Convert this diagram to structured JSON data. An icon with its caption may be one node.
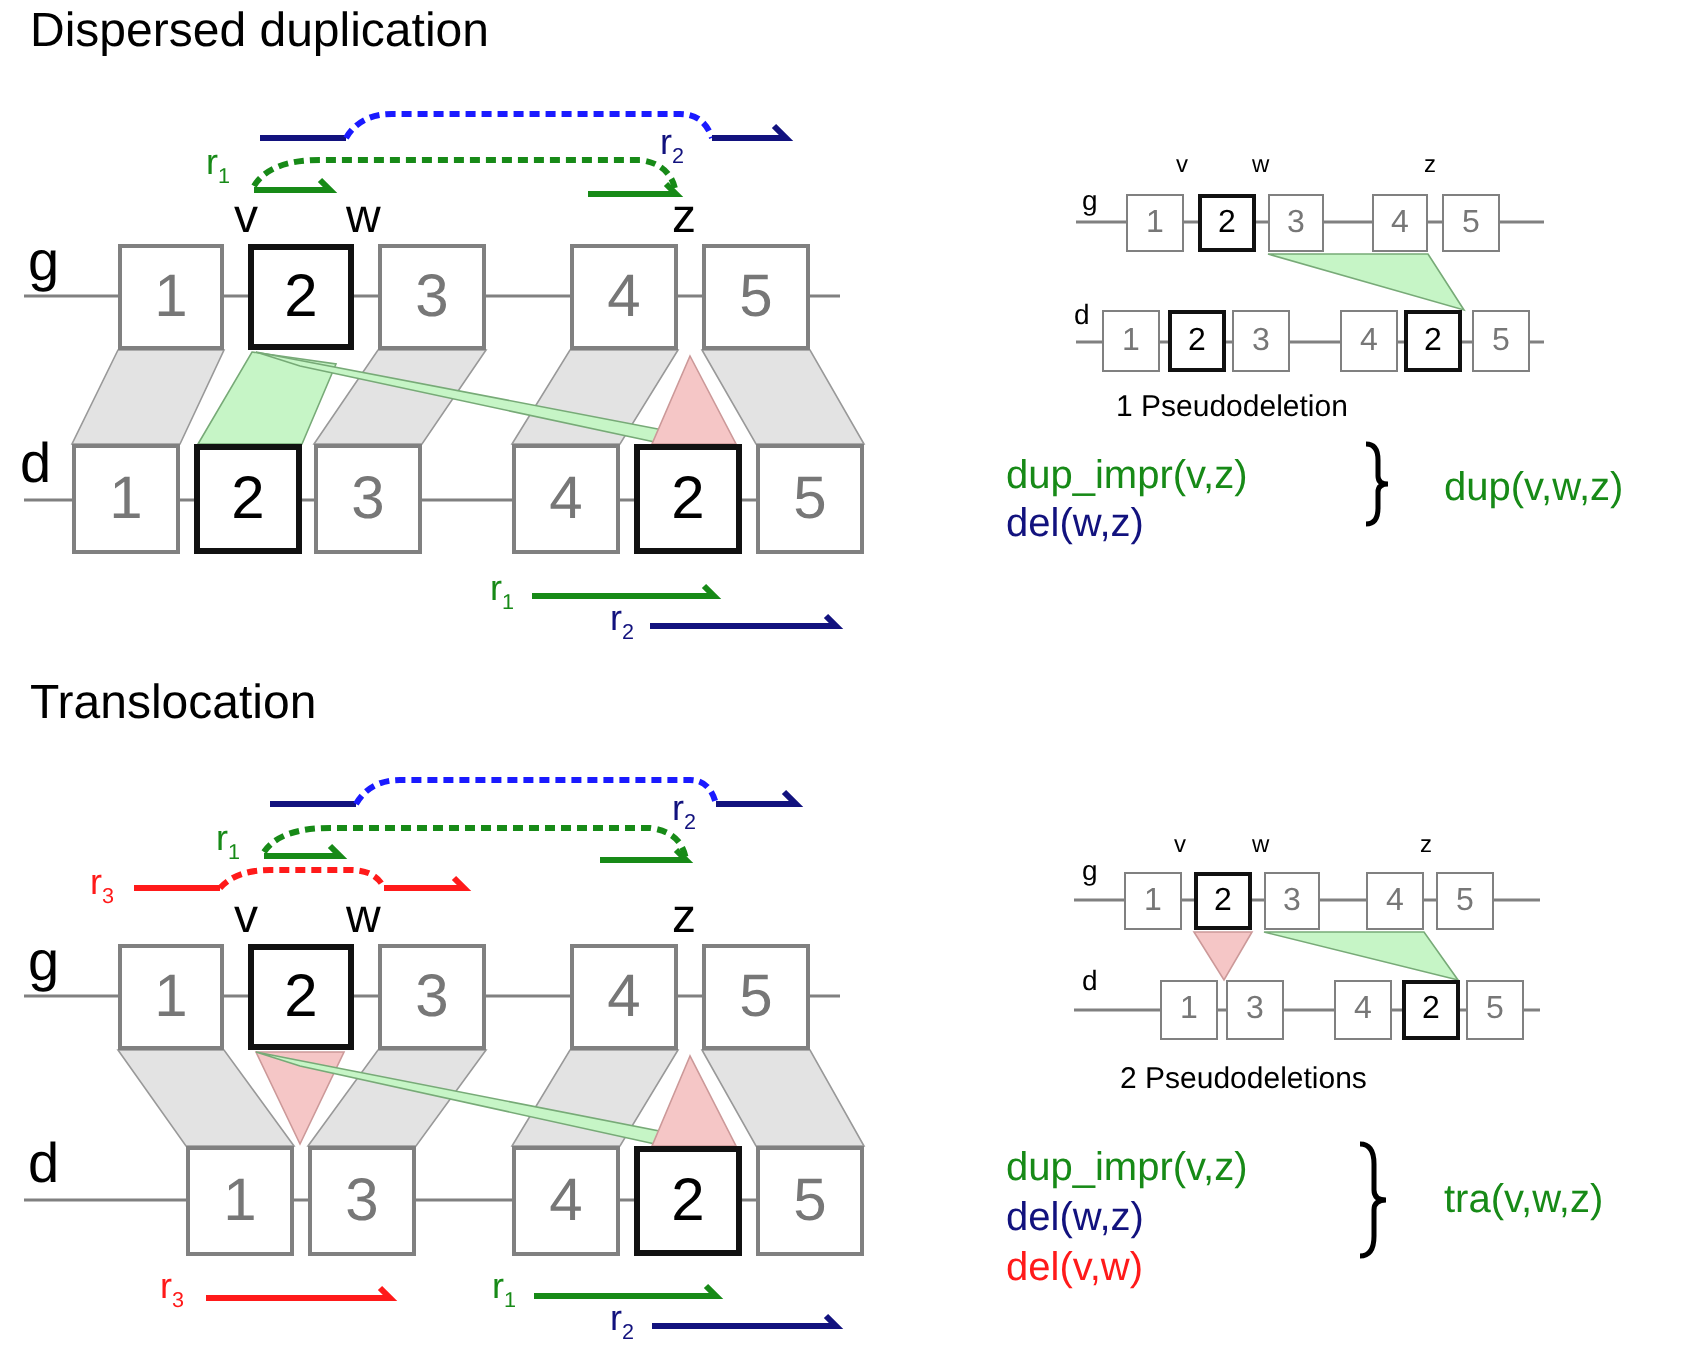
{
  "diagram": {
    "nodes": [
      {
        "text": [
          "1"
        ]
      },
      {
        "text": [
          "2"
        ]
      },
      {
        "text": [
          "3"
        ]
      },
      {
        "text": [
          "4"
        ]
      },
      {
        "text": [
          "5"
        ]
      },
      {
        "text": [
          "1"
        ]
      },
      {
        "text": [
          "2"
        ]
      },
      {
        "text": [
          "3"
        ]
      },
      {
        "text": [
          "4"
        ]
      },
      {
        "text": [
          "2"
        ]
      },
      {
        "text": [
          "5"
        ]
      },
      {
        "text": [
          "1"
        ]
      },
      {
        "text": [
          "2"
        ]
      },
      {
        "text": [
          "3"
        ]
      },
      {
        "text": [
          "4"
        ]
      },
      {
        "text": [
          "5"
        ]
      },
      {
        "text": [
          "1"
        ]
      },
      {
        "text": [
          "2"
        ]
      },
      {
        "text": [
          "3"
        ]
      },
      {
        "text": [
          "4"
        ]
      },
      {
        "text": [
          "2"
        ]
      },
      {
        "text": [
          "5"
        ]
      },
      {
        "text": [
          "1"
        ]
      },
      {
        "text": [
          "2"
        ]
      },
      {
        "text": [
          "3"
        ]
      },
      {
        "text": [
          "4"
        ]
      },
      {
        "text": [
          "5"
        ]
      },
      {
        "text": [
          "1"
        ]
      },
      {
        "text": [
          "3"
        ]
      },
      {
        "text": [
          "4"
        ]
      },
      {
        "text": [
          "2"
        ]
      },
      {
        "text": [
          "5"
        ]
      },
      {
        "text": [
          "1"
        ]
      },
      {
        "text": [
          "2"
        ]
      },
      {
        "text": [
          "3"
        ]
      },
      {
        "text": [
          "4"
        ]
      },
      {
        "text": [
          "5"
        ]
      },
      {
        "text": [
          "1"
        ]
      },
      {
        "text": [
          "3"
        ]
      },
      {
        "text": [
          "4"
        ]
      },
      {
        "text": [
          "2"
        ]
      },
      {
        "text": [
          "5"
        ]
      }
    ],
    "labels": [
      "Dispersed duplication",
      "r$_{2}$",
      "r$_{1}$",
      "v",
      "w",
      "z",
      "g",
      "d",
      "r$_{1}$",
      "r$_{2}$",
      "v",
      "w",
      "z",
      "g",
      "d",
      "1 Pseudodeletion",
      "dup_impr(v,z)",
      "del(w,z)",
      "dup(v,w,z)",
      "Translocation",
      "r$_{2}$",
      "r$_{1}$",
      "r$_{3}$",
      "v",
      "w",
      "z",
      "g",
      "d",
      "r$_{3}$",
      "r$_{1}$",
      "r$_{2}$",
      "v",
      "w",
      "z",
      "g",
      "d",
      "2 Pseudodeletions",
      "dup_impr(v,z)",
      "del(w,z)",
      "del(v,w)",
      "tra(v,w,z)"
    ]
  }
}
